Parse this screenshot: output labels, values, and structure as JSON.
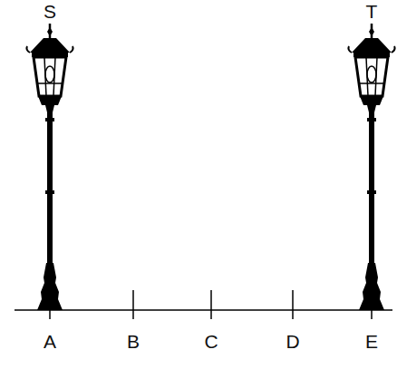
{
  "diagram": {
    "labels": [
      "S",
      "T",
      "A",
      "B",
      "C",
      "D",
      "E"
    ]
  }
}
